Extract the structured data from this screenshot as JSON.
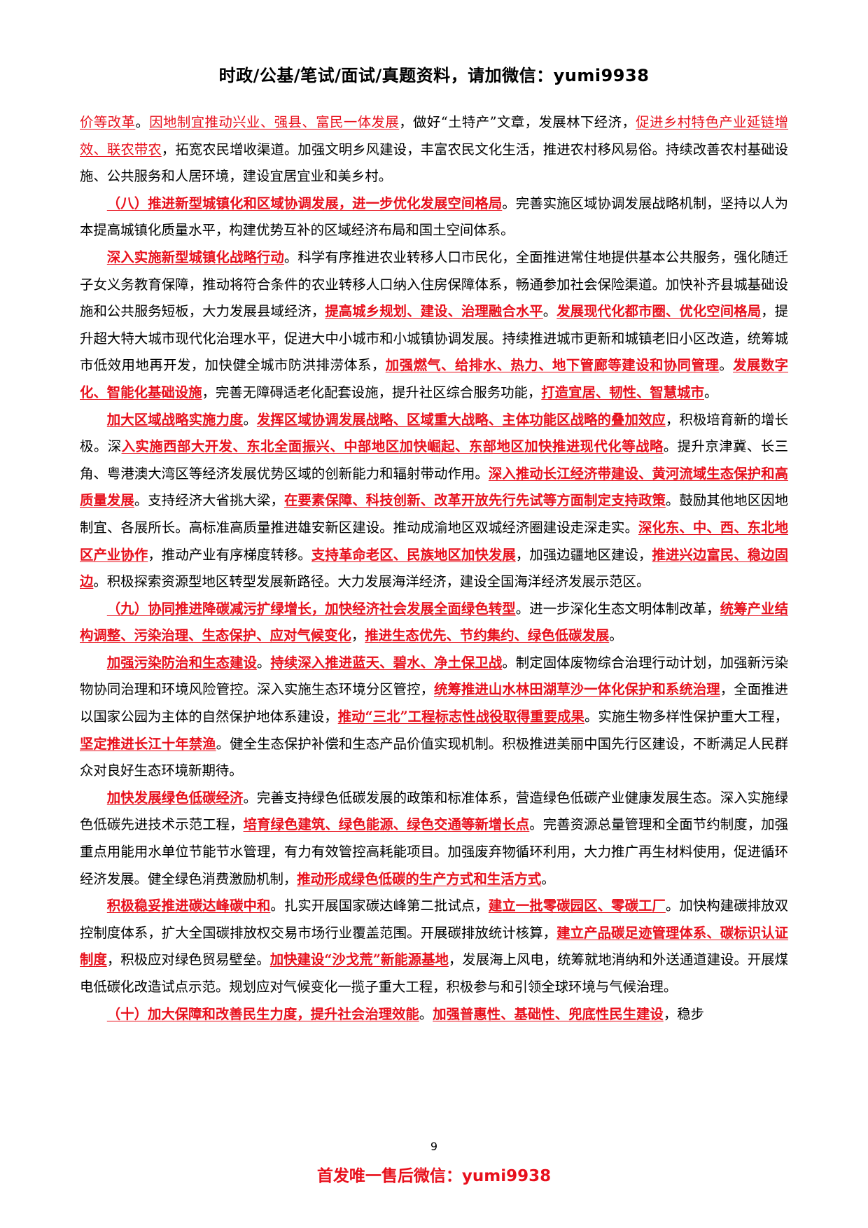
{
  "header": "时政/公基/笔试/面试/真题资料，请加微信：yumi9938",
  "paragraphs": [
    {
      "indent": false,
      "runs": [
        {
          "t": "价等改革",
          "s": "hl"
        },
        {
          "t": "。"
        },
        {
          "t": "因地制宜推动兴业、强县、富民一体发展",
          "s": "hl"
        },
        {
          "t": "，做好“土特产”文章，发展林下经济，"
        },
        {
          "t": "促进乡村特色产业延链增效、联农带农",
          "s": "hl"
        },
        {
          "t": "，拓宽农民增收渠道。加强文明乡风建设，丰富农民文化生活，推进农村移风易俗。持续改善农村基础设施、公共服务和人居环境，建设宜居宜业和美乡村。"
        }
      ]
    },
    {
      "indent": true,
      "runs": [
        {
          "t": "（八）推进新型城镇化和区域协调发展，进一步优化发展空间格局",
          "s": "hb"
        },
        {
          "t": "。完善实施区域协调发展战略机制，坚持以人为本提高城镇化质量水平，构建优势互补的区域经济布局和国土空间体系。"
        }
      ]
    },
    {
      "indent": true,
      "runs": [
        {
          "t": "深入实施新型城镇化战略行动",
          "s": "hb"
        },
        {
          "t": "。科学有序推进农业转移人口市民化，全面推进常住地提供基本公共服务，强化随迁子女义务教育保障，推动将符合条件的农业转移人口纳入住房保障体系，畅通参加社会保险渠道。加快补齐县城基础设施和公共服务短板，大力发展县域经济，"
        },
        {
          "t": "提高城乡规划、建设、治理融合水平",
          "s": "hb"
        },
        {
          "t": "。"
        },
        {
          "t": "发展现代化都市圈、优化空间格局",
          "s": "hb"
        },
        {
          "t": "，提升超大特大城市现代化治理水平，促进大中小城市和小城镇协调发展。持续推进城市更新和城镇老旧小区改造，统筹城市低效用地再开发，加快健全城市防洪排涝体系，"
        },
        {
          "t": "加强燃气、给排水、热力、地下管廊等建设和协同管理",
          "s": "hb"
        },
        {
          "t": "。"
        },
        {
          "t": "发展数字化、智能化基础设施",
          "s": "hb"
        },
        {
          "t": "，完善无障碍适老化配套设施，提升社区综合服务功能，"
        },
        {
          "t": "打造宜居、韧性、智慧城市",
          "s": "hb"
        },
        {
          "t": "。"
        }
      ]
    },
    {
      "indent": true,
      "runs": [
        {
          "t": "加大区域战略实施力度",
          "s": "hb"
        },
        {
          "t": "。"
        },
        {
          "t": "发挥区域协调发展战略、区域重大战略、主体功能区战略的叠加效应",
          "s": "hb"
        },
        {
          "t": "，积极培育新的增长极。深"
        },
        {
          "t": "入实施西部大开发、东北全面振兴、中部地区加快崛起、东部地区加快推进现代化等战略",
          "s": "hb"
        },
        {
          "t": "。提升京津冀、长三角、粤港澳大湾区等经济发展优势区域的创新能力和辐射带动作用。"
        },
        {
          "t": "深入推动长江经济带建设、黄河流域生态保护和高质量发展",
          "s": "hb"
        },
        {
          "t": "。支持经济大省挑大梁，"
        },
        {
          "t": "在要素保障、科技创新、改革开放先行先试等方面制定支持政策",
          "s": "hb"
        },
        {
          "t": "。鼓励其他地区因地制宜、各展所长。高标准高质量推进雄安新区建设。推动成渝地区双城经济圈建设走深走实。"
        },
        {
          "t": "深化东、中、西、东北地区产业协作",
          "s": "hb"
        },
        {
          "t": "，推动产业有序梯度转移。"
        },
        {
          "t": "支持革命老区、民族地区加快发展",
          "s": "hb"
        },
        {
          "t": "，加强边疆地区建设，"
        },
        {
          "t": "推进兴边富民、稳边固边",
          "s": "hb"
        },
        {
          "t": "。积极探索资源型地区转型发展新路径。大力发展海洋经济，建设全国海洋经济发展示范区。"
        }
      ]
    },
    {
      "indent": true,
      "runs": [
        {
          "t": "（九）协同推进降碳减污扩绿增长，加快经济社会发展全面绿色转型",
          "s": "hb"
        },
        {
          "t": "。进一步深化生态文明体制改革，"
        },
        {
          "t": "统筹产业结构调整、污染治理、生态保护、应对气候变化",
          "s": "hb"
        },
        {
          "t": "，"
        },
        {
          "t": "推进生态优先、节约集约、绿色低碳发展",
          "s": "hb"
        },
        {
          "t": "。"
        }
      ]
    },
    {
      "indent": true,
      "runs": [
        {
          "t": "加强污染防治和生态建设",
          "s": "hb"
        },
        {
          "t": "。"
        },
        {
          "t": "持续深入推进蓝天、碧水、净土保卫战",
          "s": "hb"
        },
        {
          "t": "。制定固体废物综合治理行动计划，加强新污染物协同治理和环境风险管控。深入实施生态环境分区管控，"
        },
        {
          "t": "统筹推进山水林田湖草沙一体化保护和系统治理",
          "s": "hb"
        },
        {
          "t": "，全面推进以国家公园为主体的自然保护地体系建设，"
        },
        {
          "t": "推动“三北”工程标志性战役取得重要成果",
          "s": "hb"
        },
        {
          "t": "。实施生物多样性保护重大工程，"
        },
        {
          "t": "坚定推进长江十年禁渔",
          "s": "hb"
        },
        {
          "t": "。健全生态保护补偿和生态产品价值实现机制。积极推进美丽中国先行区建设，不断满足人民群众对良好生态环境新期待。"
        }
      ]
    },
    {
      "indent": true,
      "runs": [
        {
          "t": "加快发展绿色低碳经济",
          "s": "hb"
        },
        {
          "t": "。完善支持绿色低碳发展的政策和标准体系，营造绿色低碳产业健康发展生态。深入实施绿色低碳先进技术示范工程，"
        },
        {
          "t": "培育绿色建筑、绿色能源、绿色交通等新增长点",
          "s": "hb"
        },
        {
          "t": "。完善资源总量管理和全面节约制度，加强重点用能用水单位节能节水管理，有力有效管控高耗能项目。加强废弃物循环利用，大力推广再生材料使用，促进循环经济发展。健全绿色消费激励机制，"
        },
        {
          "t": "推动形成绿色低碳的生产方式和生活方式",
          "s": "hb"
        },
        {
          "t": "。"
        }
      ]
    },
    {
      "indent": true,
      "runs": [
        {
          "t": "积极稳妥推进碳达峰碳中和",
          "s": "hb"
        },
        {
          "t": "。扎实开展国家碳达峰第二批试点，"
        },
        {
          "t": "建立一批零碳园区、零碳工厂",
          "s": "hb"
        },
        {
          "t": "。加快构建碳排放双控制度体系，扩大全国碳排放权交易市场行业覆盖范围。开展碳排放统计核算，"
        },
        {
          "t": "建立产品碳足迹管理体系、碳标识认证制度",
          "s": "hb"
        },
        {
          "t": "，积极应对绿色贸易壁垒。"
        },
        {
          "t": "加快建设“沙戈荒”新能源基地",
          "s": "hb"
        },
        {
          "t": "，发展海上风电，统筹就地消纳和外送通道建设。开展煤电低碳化改造试点示范。规划应对气候变化一揽子重大工程，积极参与和引领全球环境与气候治理。"
        }
      ]
    },
    {
      "indent": true,
      "runs": [
        {
          "t": "（十）加大保障和改善民生力度，提升社会治理效能",
          "s": "hb"
        },
        {
          "t": "。"
        },
        {
          "t": "加强普惠性、基础性、兜底性民生建设",
          "s": "hb"
        },
        {
          "t": "，稳步"
        }
      ]
    }
  ],
  "page_number": "9",
  "footer": "首发唯一售后微信：yumi9938"
}
